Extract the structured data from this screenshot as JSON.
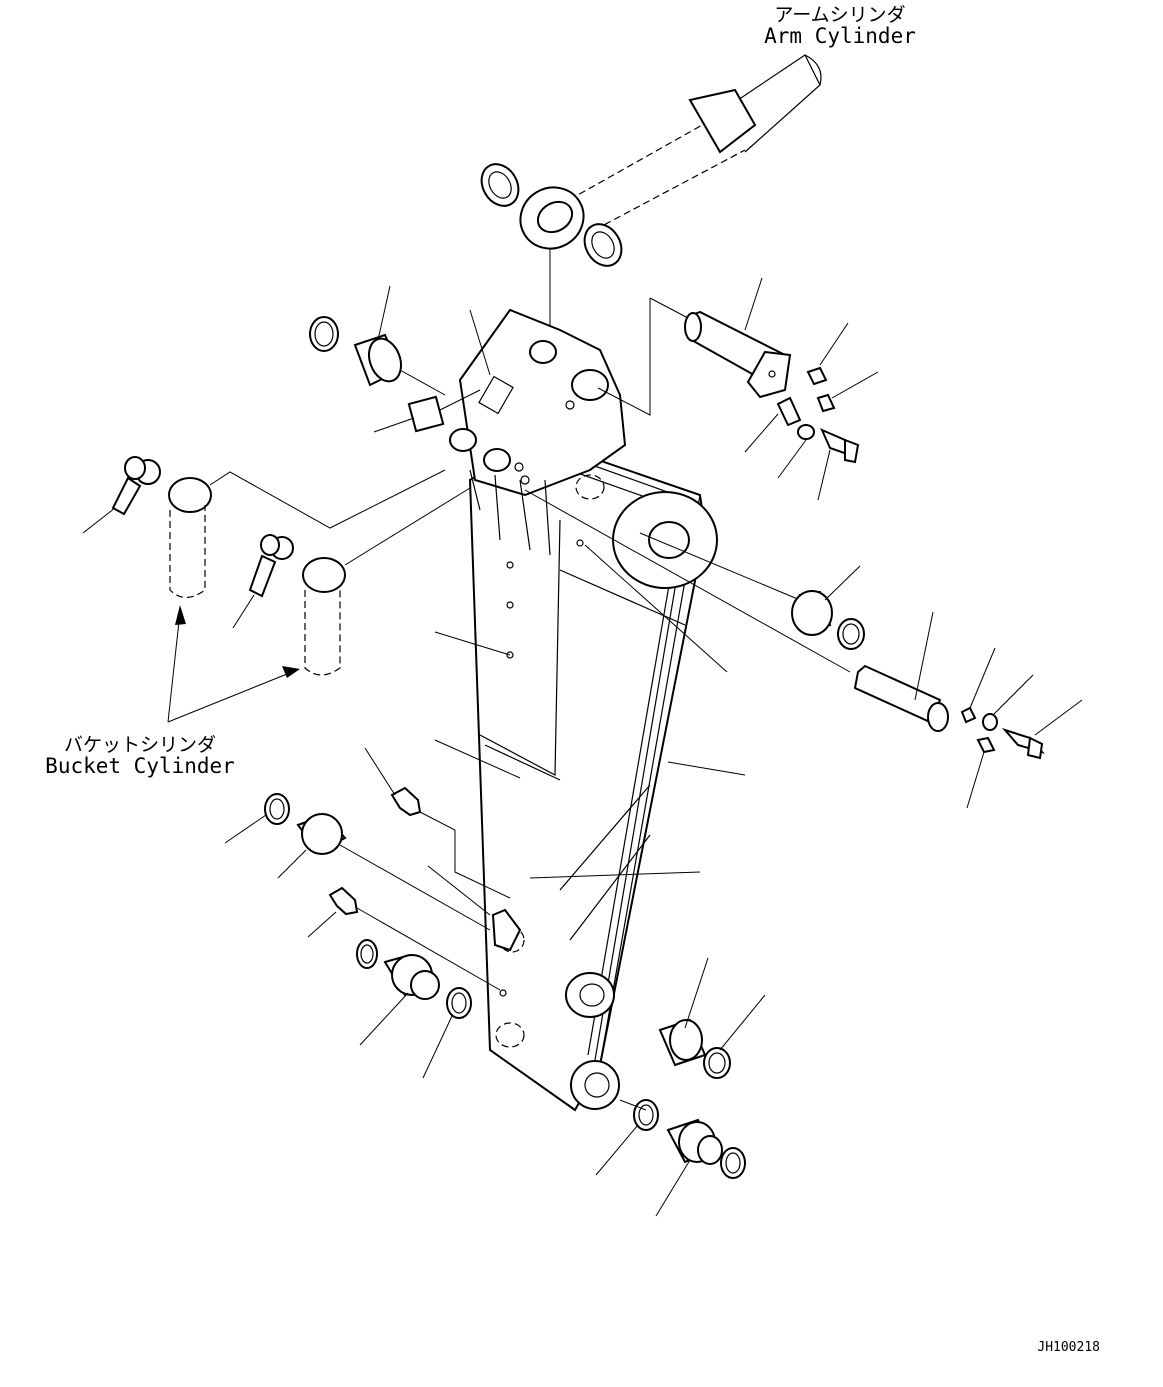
{
  "labels": {
    "arm_cylinder_jp": "アームシリンダ",
    "arm_cylinder_en": "Arm Cylinder",
    "bucket_cylinder_jp": "バケットシリンダ",
    "bucket_cylinder_en": "Bucket Cylinder"
  },
  "drawing_code": "JH100218"
}
